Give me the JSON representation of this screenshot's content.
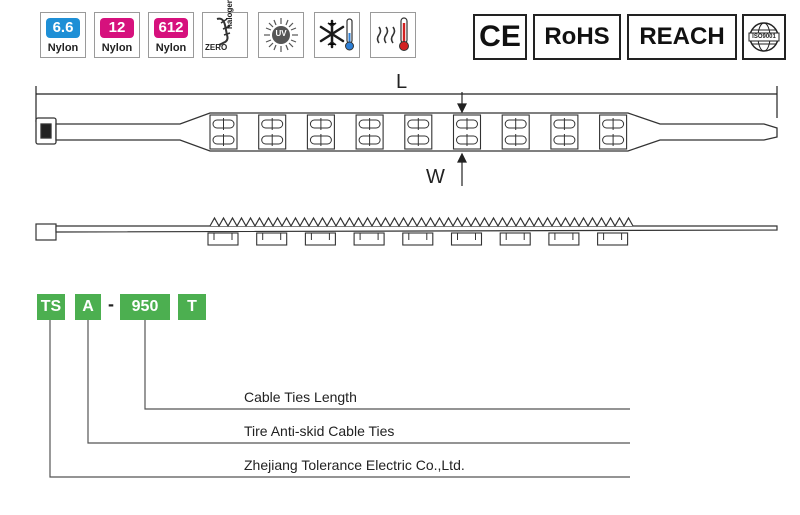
{
  "badges": [
    {
      "num": "6.6",
      "label": "Nylon",
      "color": "#1e8fd6"
    },
    {
      "num": "12",
      "label": "Nylon",
      "color": "#d6117d"
    },
    {
      "num": "612",
      "label": "Nylon",
      "color": "#d6117d"
    }
  ],
  "icons": {
    "zero_halogen": {
      "zero": "ZERO",
      "halogen": "halogen"
    },
    "uv": "UV"
  },
  "certifications": {
    "ce": "CE",
    "rohs": "RoHS",
    "reach": "REACH",
    "iso": "ISO9001"
  },
  "dimensions": {
    "length": "L",
    "width": "W"
  },
  "code": {
    "part1": "TS",
    "part2": "A",
    "sep": "-",
    "part3": "950",
    "part4": "T"
  },
  "descriptions": [
    "Cable Ties Length",
    "Tire Anti-skid Cable Ties",
    "Zhejiang Tolerance Electric Co.,Ltd."
  ]
}
